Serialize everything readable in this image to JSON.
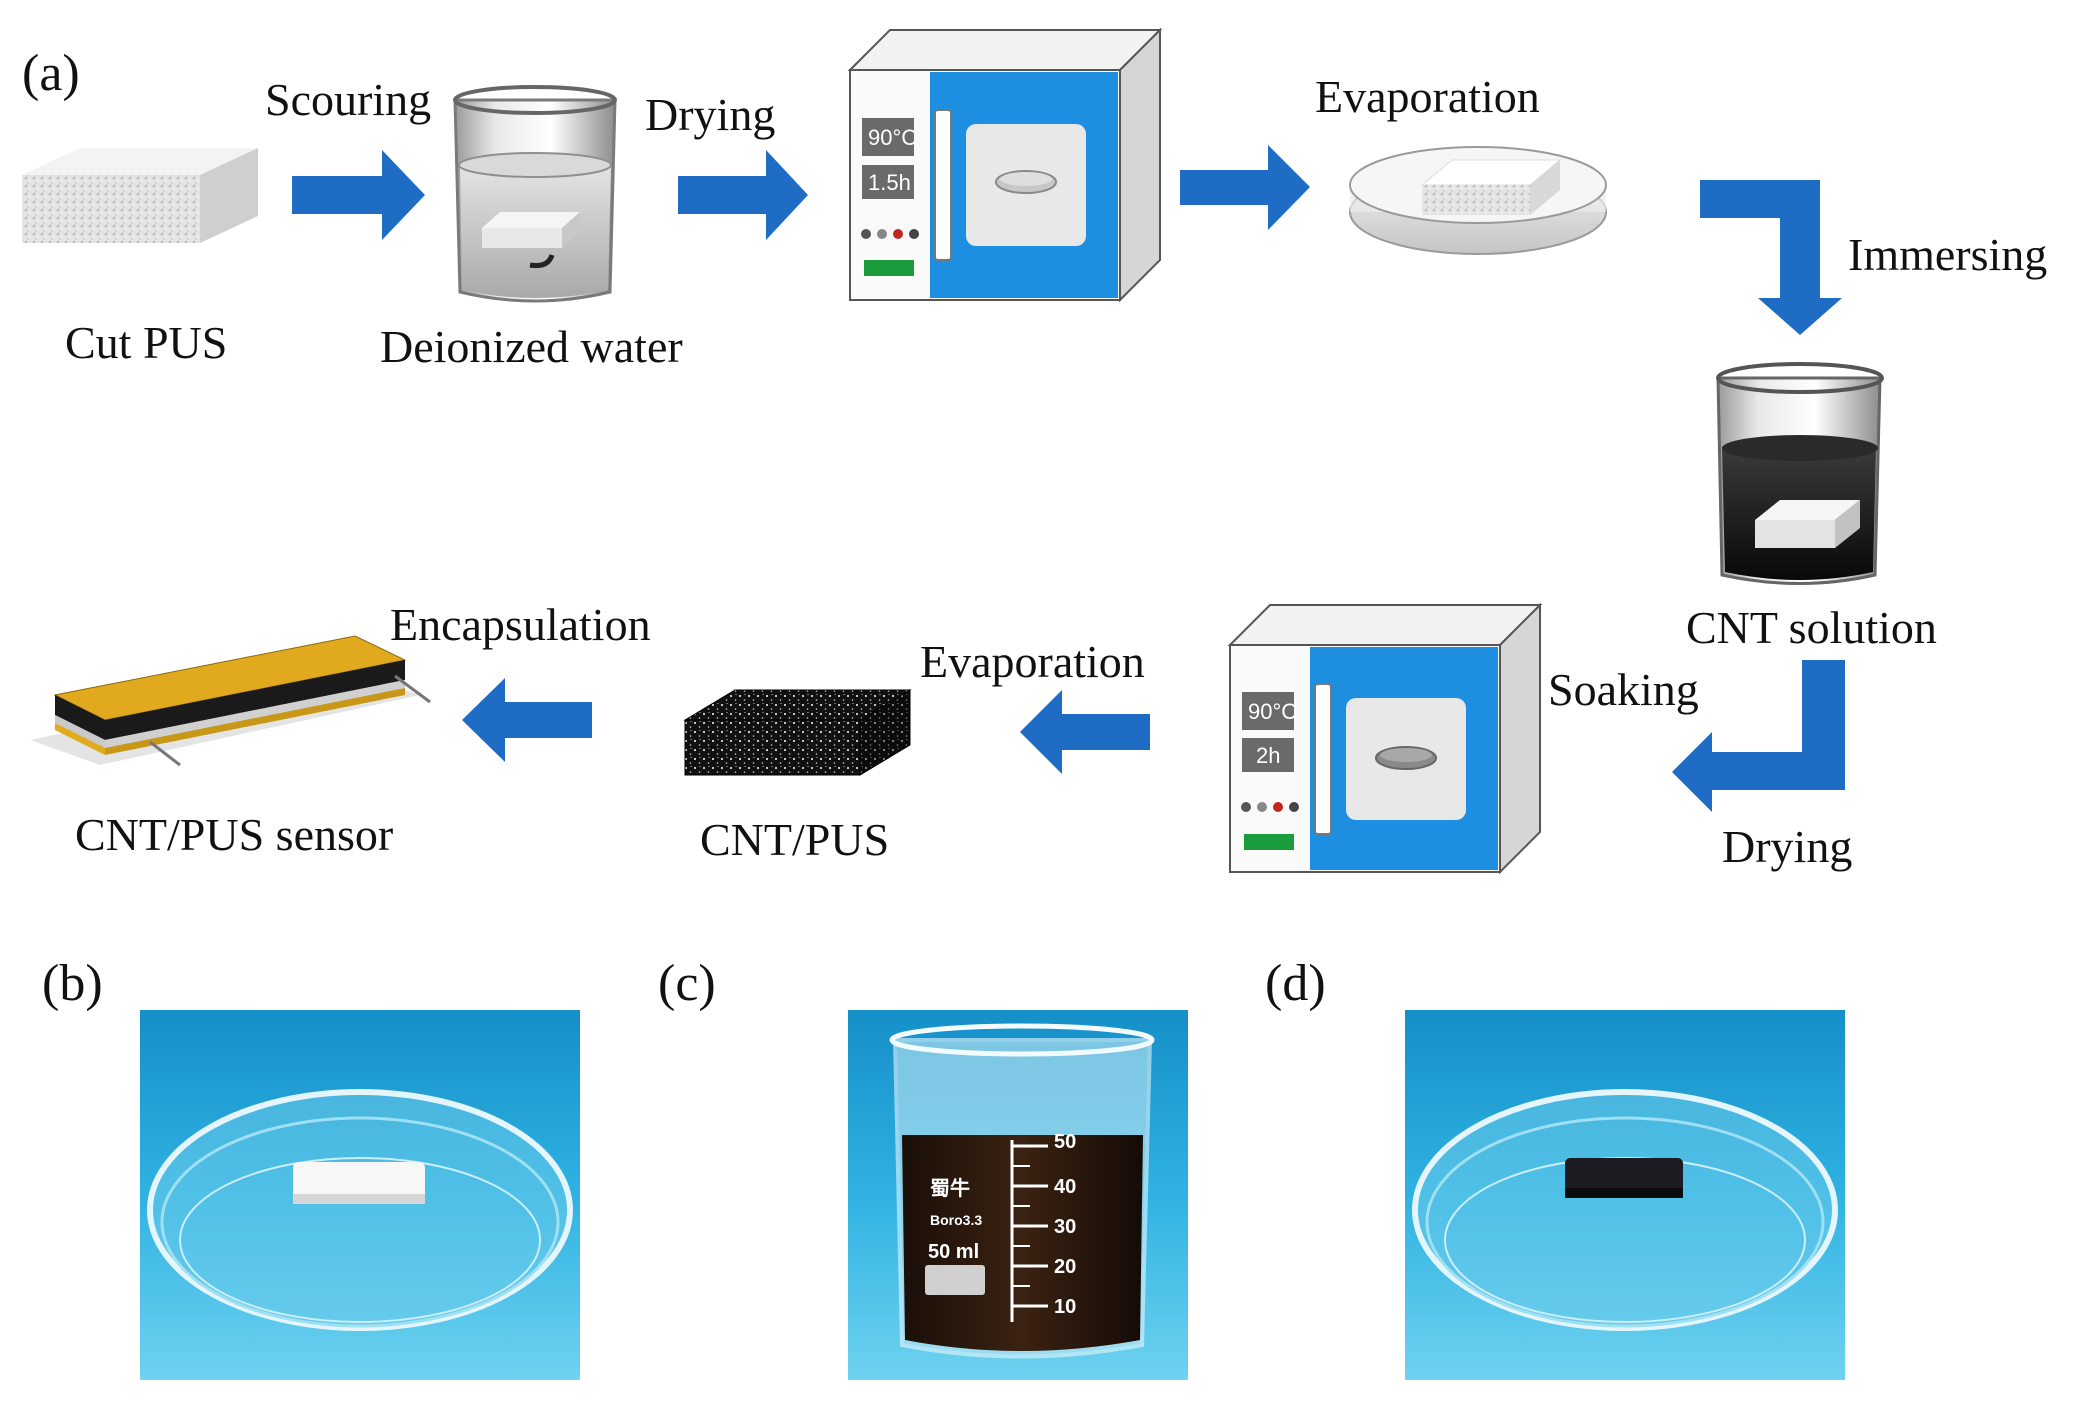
{
  "panel_labels": {
    "a": "(a)",
    "b": "(b)",
    "c": "(c)",
    "d": "(d)"
  },
  "steps": {
    "scouring": "Scouring",
    "drying1": "Drying",
    "evaporation1": "Evaporation",
    "immersing": "Immersing",
    "soaking": "Soaking",
    "drying2": "Drying",
    "evaporation2": "Evaporation",
    "encapsulation": "Encapsulation"
  },
  "items": {
    "cut_pus": "Cut PUS",
    "deionized_water": "Deionized  water",
    "cnt_solution": "CNT  solution",
    "cnt_pus": "CNT/PUS",
    "sensor": "CNT/PUS sensor"
  },
  "oven1": {
    "temp": "90°C",
    "time": "1.5h"
  },
  "oven2": {
    "temp": "90°C",
    "time": "2h"
  },
  "beaker_photo": {
    "brand": "蜀牛",
    "glass": "Boro3.3",
    "volume": "50 ml",
    "graduations": [
      "50",
      "40",
      "30",
      "20",
      "10"
    ]
  },
  "colors": {
    "arrow": "#1e6cc4",
    "oven_door": "#1e8fe0",
    "photo_bg": "#2ab0e0",
    "electrode": "#d9a21a"
  }
}
